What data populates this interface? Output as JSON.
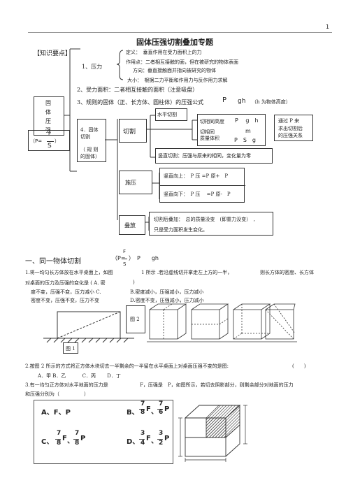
{
  "page_number": "1",
  "title": "固体压强切割叠加专题",
  "knowledge_tag": "【知识要点】",
  "pressure": {
    "label": "1、压力",
    "definition": "定义：　垂直作用在受力面积上的力",
    "point": "作用点：二者相互接触的面，但在被研究的物体表面",
    "direction": "方向：垂直接触面并指向被研究的物体",
    "magnitude": "大小：　根据二力平衡和作用力与反作用力求解"
  },
  "area": "2、受力面积：二者相互接触的面积（注意吸盘）",
  "regular": {
    "text": "3、规则的固体（正、长方体、圆柱体）的压强公式",
    "P": "P",
    "gh": "gh",
    "note": "（h 为物体高度）"
  },
  "left_box": {
    "c1": "固",
    "c2": "体",
    "c3": "压",
    "c4": "强"
  },
  "formula": {
    "prefix": "（P=",
    "F": "F",
    "suffix": "）",
    "S": "S"
  },
  "cut_solid": {
    "l1": "4．固体",
    "l2": "切割",
    "l3": "（ 规 则",
    "l4": "的固体）"
  },
  "cut": {
    "label": "切割",
    "horizontal": "水平切割",
    "same_height": "切相同高度",
    "p_eq_1": "P　 g　h",
    "same_mass_1": "切相同",
    "same_mass_2": "质量体积",
    "m": "m",
    "p_eq_2": "P　S　g",
    "result_1": "通过 P 来",
    "result_2": "求出切割后",
    "result_3": "的压强关系",
    "vertical": "竖直切割：压强与原来的相同，变化量为零"
  },
  "press": {
    "label": "施压",
    "up": "竖直向上：　P 压 =P 原+　P",
    "down": "竖直向下：　P 压　 =P 原-　P"
  },
  "stack": {
    "label": "叠放",
    "line1": "切割后叠加：　总的质量没变　(即重力没变）　,",
    "line2": "只是受力面积发生变化。"
  },
  "section1": {
    "title": "一、同一物体切割",
    "formula_prefix": "（P=",
    "F": "F",
    "suffix": "）　P　　gh",
    "S": "S"
  },
  "q1": {
    "line1a": "1.将一均匀长方体放在水平桌面上，如图",
    "line1b": "1 所示 .若沿虚线切开拿走左上方的一半，",
    "line1c": "则长方体的密度、长方体",
    "line2": "对桌面的压力及压强的变化是 ( A. 密",
    "line2b": ")",
    "optA": "度不变，压强不变，压力减小 C.",
    "optB": "B.密度减小，压强减小，压力减小",
    "optC": "密度不变，压强不变，压力不变",
    "optD": "D.密度不变，压强减小，压力减小"
  },
  "fig1_label": "图 1",
  "fig2_label": "图 2",
  "q2": {
    "text": "2.按图 2 所示的方式将正方体木块切去一半剩余的一半留在水平桌面上对桌面压强不变的是图:",
    "paren": "(　　)",
    "options": "A．甲 B．乙　　　 C．丙　　 D．丁"
  },
  "q3": {
    "line1a": "3.有一均匀正方体对水平地面的压力是",
    "line1b": "F，压强是　P，如图所示，若切去阴影部分，则剩余部分对地面的压力",
    "line2": "和压强分别为（　　　　　）"
  },
  "answers": {
    "A": "A、F、P",
    "B_label": "B、",
    "C_label": "C、",
    "D_label": "D、"
  },
  "frac": {
    "b1n": "7",
    "b1d": "8",
    "b2n": "7",
    "b2d": "6",
    "c1n": "7",
    "c1d": "8",
    "c2n": "7",
    "c2d": "8",
    "d1n": "3",
    "d1d": "4",
    "d2n": "3",
    "d2d": "2"
  },
  "sym": {
    "F": "F",
    "P": "P",
    "sep": "、"
  }
}
